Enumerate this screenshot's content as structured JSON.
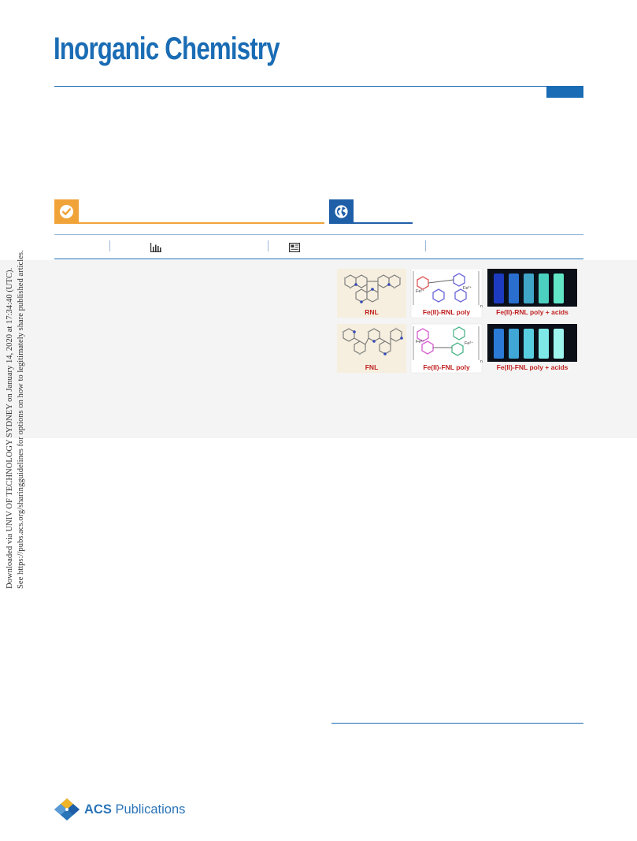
{
  "journal": {
    "title": "Inorganic Chemistry"
  },
  "badges": {
    "check_icon": "check-circle-icon",
    "globe_icon": "globe-icon"
  },
  "metrics": {
    "chart_icon": "bar-chart-icon",
    "article_icon": "newspaper-icon"
  },
  "toc": {
    "labels": [
      "RNL",
      "Fe(II)-RNL poly",
      "Fe(II)-RNL poly + acids",
      "FNL",
      "Fe(II)-FNL poly",
      "Fe(II)-FNL poly + acids"
    ],
    "subscript_n": "n"
  },
  "side_note": {
    "line1": "Downloaded via UNIV OF TECHNOLOGY SYDNEY on January 14, 2020 at 17:34:40 (UTC).",
    "line2": "See https://pubs.acs.org/sharingguidelines for options on how to legitimately share published articles."
  },
  "publisher": {
    "acs": "ACS",
    "publications": "Publications"
  },
  "colors": {
    "brand_blue": "#1a6cb4",
    "badge_orange": "#f0a339",
    "badge_blue": "#1f5fa8"
  }
}
